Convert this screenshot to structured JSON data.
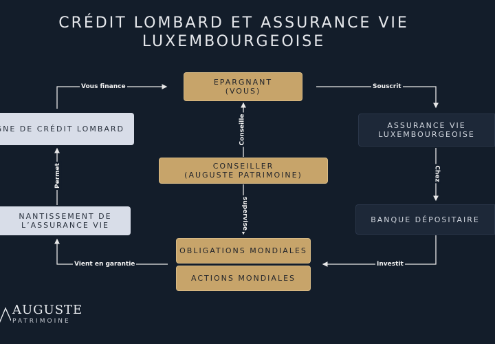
{
  "title": {
    "line1": "CRÉDIT LOMBARD ET ASSURANCE VIE",
    "line2": "LUXEMBOURGEOISE"
  },
  "nodes": {
    "epargnant": {
      "line1": "EPARGNANT",
      "line2": "(VOUS)"
    },
    "conseiller": {
      "line1": "CONSEILLER",
      "line2": "(AUGUSTE PATRIMOINE)"
    },
    "ligne_credit": {
      "line1": "GNE DE CRÉDIT LOMBARD"
    },
    "nantissement": {
      "line1": "NANTISSEMENT DE",
      "line2": "L’ASSURANCE VIE"
    },
    "assurance_vie": {
      "line1": "ASSURANCE VIE",
      "line2": "LUXEMBOURGEOISE"
    },
    "banque": {
      "line1": "BANQUE DÉPOSITAIRE"
    },
    "obligations": {
      "line1": "OBLIGATIONS MONDIALES"
    },
    "actions": {
      "line1": "ACTIONS MONDIALES"
    }
  },
  "edges": {
    "vous_finance": "Vous finance",
    "souscrit": "Souscrit",
    "conseille": "Conseille",
    "supervise": "supervise",
    "permet": "Permet",
    "chez": "Chez",
    "vient_en_garantie": "Vient en garantie",
    "investit": "Investit"
  },
  "logo": {
    "name": "AUGUSTE",
    "sub": "PATRIMOINE",
    "icon": "mountain-logo-icon"
  },
  "colors": {
    "background": "#131d2a",
    "gold": "#c7a46a",
    "light": "#d8dde8",
    "dark": "#1d2838",
    "line": "#e8e8e8"
  }
}
